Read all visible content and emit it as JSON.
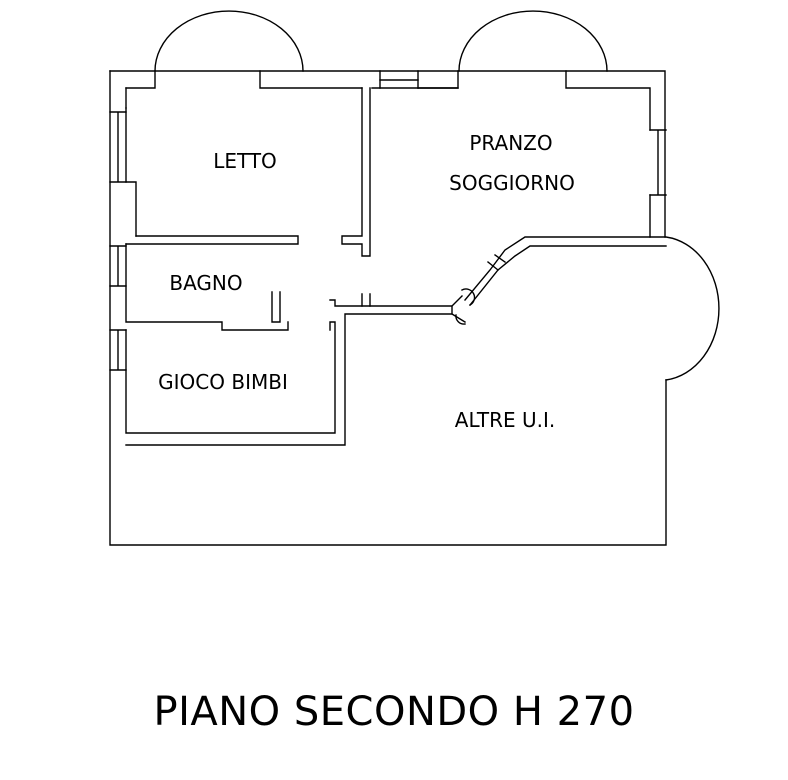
{
  "rooms": {
    "letto": "LETTO",
    "pranzo": "PRANZO",
    "soggiorno": "SOGGIORNO",
    "bagno": "BAGNO",
    "gioco_bimbi": "GIOCO BIMBI",
    "altre_ui": "ALTRE U.I."
  },
  "floor_title": "PIANO SECONDO H 270",
  "line_color": "#000000",
  "background": "#ffffff"
}
